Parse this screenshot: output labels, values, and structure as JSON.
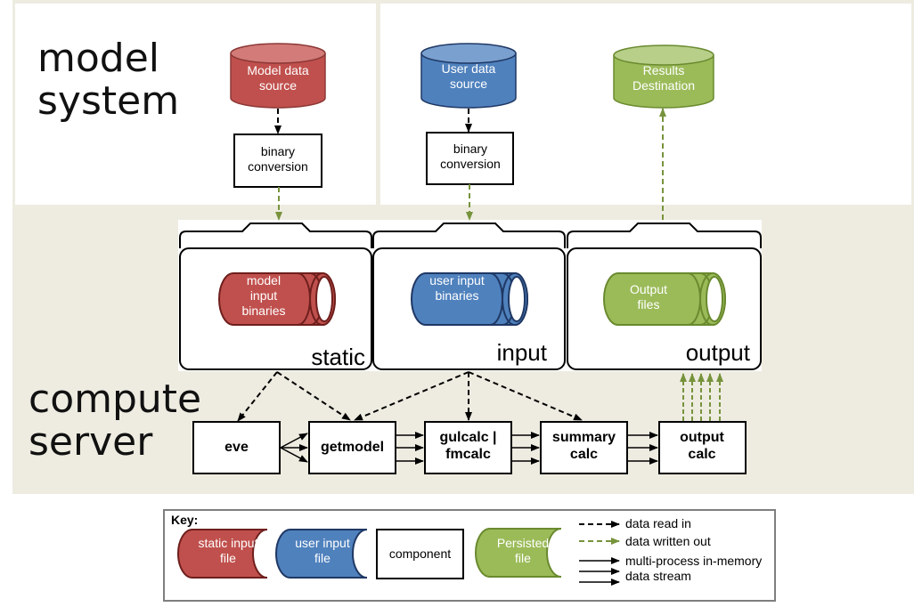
{
  "sections": {
    "model_system": "model system",
    "compute_server": "compute server"
  },
  "sources": {
    "model_data_source": "Model data source",
    "user_data_source": "User data source",
    "results_destination": "Results Destination"
  },
  "conversion": {
    "model_binary_conversion": "binary conversion",
    "user_binary_conversion": "binary conversion"
  },
  "folders": {
    "static": "static",
    "input": "input",
    "output": "output"
  },
  "file_stacks": {
    "model_input_binaries": "model input binaries",
    "user_input_binaries": "user input binaries",
    "output_files": "Output files"
  },
  "components": {
    "eve": "eve",
    "getmodel": "getmodel",
    "gulcalc": "gulcalc | fmcalc",
    "summary": "summary calc",
    "outputcalc": "output calc"
  },
  "key": {
    "title": "Key:",
    "static_input_file": "static input file",
    "user_input_file": "user input file",
    "component": "component",
    "persisted_file": "Persisted file",
    "data_read_in": "data read in",
    "data_written_out": "data written out",
    "multi_process": "multi-process in-memory data stream"
  },
  "colors": {
    "red": "#c0504d",
    "blue": "#4f81bd",
    "green": "#9bbb59",
    "panel_bg": "#eeece1"
  }
}
